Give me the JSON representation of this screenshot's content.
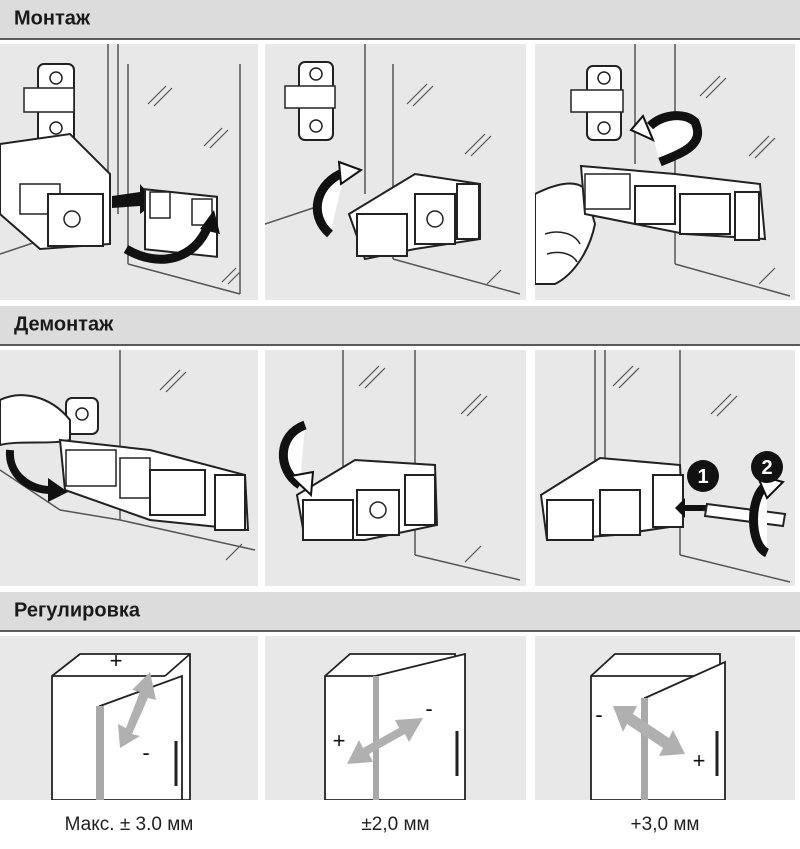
{
  "sections": {
    "mounting": {
      "title": "Монтаж"
    },
    "dismounting": {
      "title": "Демонтаж"
    },
    "adjustment": {
      "title": "Регулировка",
      "captions": [
        "Макс. ± 3.0 мм",
        "±2,0 мм",
        "+3,0 мм"
      ]
    }
  },
  "symbols": {
    "plus": "+",
    "minus": "-",
    "step1": "1",
    "step2": "2"
  }
}
